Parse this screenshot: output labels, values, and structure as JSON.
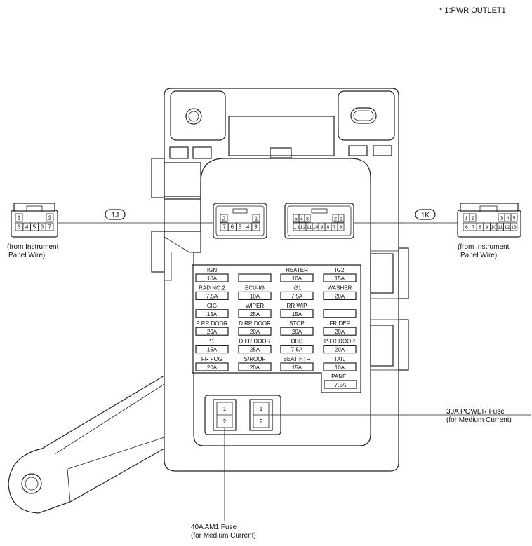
{
  "footnote": "* 1:PWR OUTLET1",
  "connectors": {
    "left": {
      "callout": "1J",
      "source_line1": "(from Instrument",
      "source_line2": "Panel Wire)",
      "top_pins": [
        "1",
        "2"
      ],
      "bottom_pins": [
        "3",
        "4",
        "5",
        "6",
        "7"
      ],
      "block_top_pins": [
        "2",
        "1"
      ],
      "block_bottom_pins": [
        "7",
        "6",
        "5",
        "4",
        "3"
      ]
    },
    "right": {
      "callout": "1K",
      "source_line1": "(from Instrument",
      "source_line2": "Panel Wire)",
      "top_pins_a": [
        "1",
        "2"
      ],
      "top_pins_b": [
        "3",
        "4",
        "5"
      ],
      "bottom_pins": [
        "6",
        "7",
        "8",
        "9",
        "10",
        "11",
        "12",
        "13"
      ],
      "block_top_pins_a": [
        "5",
        "4",
        "3"
      ],
      "block_top_pins_b": [
        "2",
        "1"
      ],
      "block_bottom_pins": [
        "13",
        "12",
        "11",
        "10",
        "9",
        "8",
        "7",
        "6"
      ]
    }
  },
  "fuses": [
    {
      "name": "IGN",
      "rating": "10A"
    },
    {
      "name": "",
      "rating": ""
    },
    {
      "name": "HEATER",
      "rating": "10A"
    },
    {
      "name": "IG2",
      "rating": "15A"
    },
    {
      "name": "RAD NO.2",
      "rating": "7.5A"
    },
    {
      "name": "ECU-IG",
      "rating": "10A"
    },
    {
      "name": "IG1",
      "rating": "7.5A"
    },
    {
      "name": "WASHER",
      "rating": "20A"
    },
    {
      "name": "CIG",
      "rating": "15A"
    },
    {
      "name": "WIPER",
      "rating": "25A"
    },
    {
      "name": "RR WIP",
      "rating": "15A"
    },
    {
      "name": "",
      "rating": ""
    },
    {
      "name": "P RR DOOR",
      "rating": "20A"
    },
    {
      "name": "D RR DOOR",
      "rating": "20A"
    },
    {
      "name": "STOP",
      "rating": "20A"
    },
    {
      "name": "FR DEF",
      "rating": "20A"
    },
    {
      "name": "*1",
      "rating": "15A"
    },
    {
      "name": "D FR DOOR",
      "rating": "25A"
    },
    {
      "name": "OBD",
      "rating": "7.5A"
    },
    {
      "name": "P FR DOOR",
      "rating": "20A"
    },
    {
      "name": "FR FOG",
      "rating": "20A"
    },
    {
      "name": "S/ROOF",
      "rating": "20A"
    },
    {
      "name": "SEAT HTR",
      "rating": "15A"
    },
    {
      "name": "TAIL",
      "rating": "10A"
    }
  ],
  "extra_fuse": {
    "name": "PANEL",
    "rating": "7.5A"
  },
  "medium_fuses": {
    "left": {
      "pin1": "1",
      "pin2": "2"
    },
    "right": {
      "pin1": "1",
      "pin2": "2"
    }
  },
  "labels": {
    "power_fuse_line1": "30A POWER Fuse",
    "power_fuse_line2": "(for Medium Current)",
    "am1_fuse_line1": "40A AM1 Fuse",
    "am1_fuse_line2": "(for Medium Current)"
  }
}
